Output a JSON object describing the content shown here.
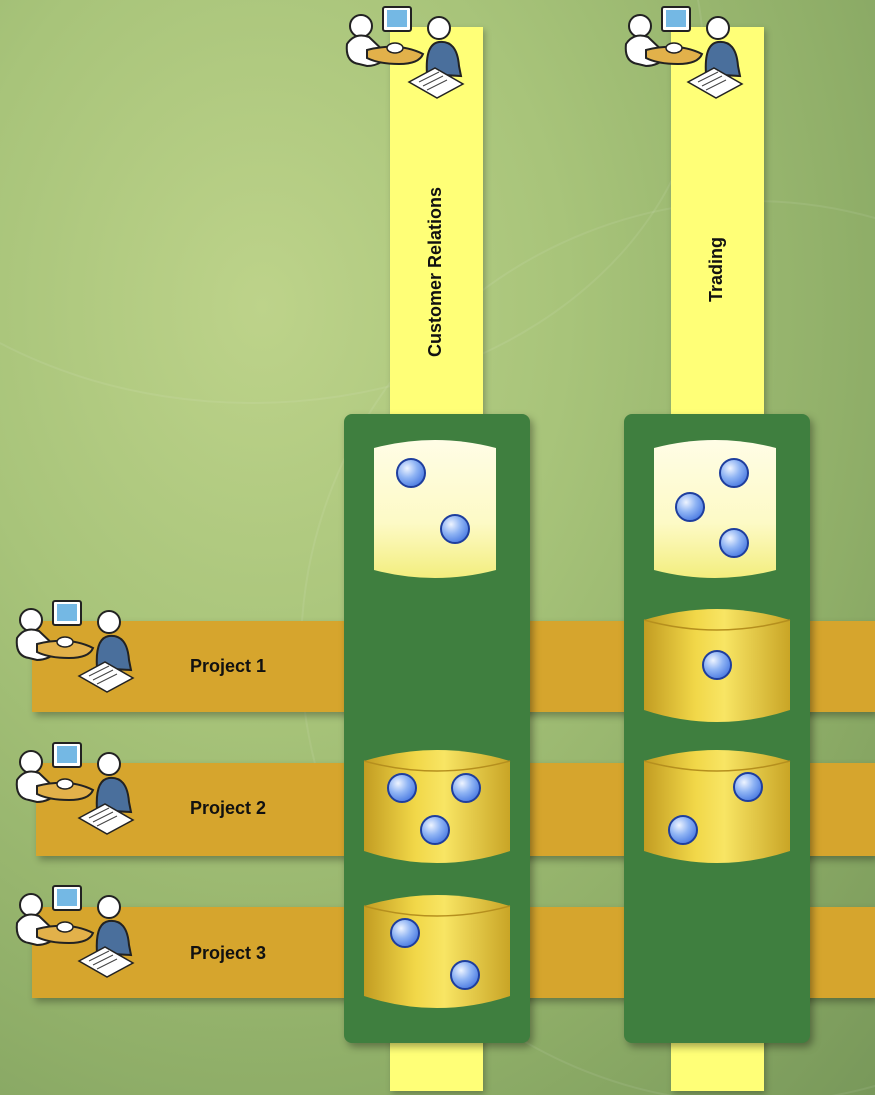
{
  "departments": [
    {
      "id": "customer-relations",
      "label": "Customer Relations"
    },
    {
      "id": "trading",
      "label": "Trading"
    }
  ],
  "projects": [
    {
      "id": "project-1",
      "label": "Project 1"
    },
    {
      "id": "project-2",
      "label": "Project 2"
    },
    {
      "id": "project-3",
      "label": "Project 3"
    }
  ],
  "colors": {
    "background": "#a8c47a",
    "department_band": "#ffff77",
    "project_band": "#d6a52d",
    "panel": "#3f7f3f",
    "cylinder_light": "#fefcd8",
    "cylinder_gold": "#f2d84a",
    "dot": "#5b8ef0"
  },
  "icons": [
    "people-at-computer-icon"
  ]
}
